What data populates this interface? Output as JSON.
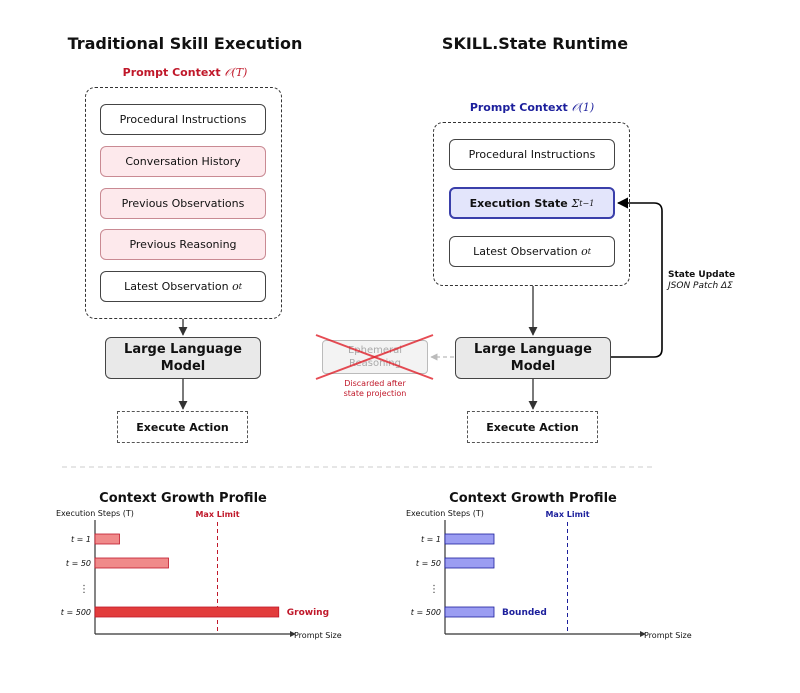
{
  "left": {
    "title": "Traditional Skill Execution",
    "context_label": "Prompt Context",
    "context_math": "𝒪(T)",
    "items": [
      {
        "text": "Procedural Instructions",
        "sub": ""
      },
      {
        "text": "Conversation History",
        "sub": ""
      },
      {
        "text": "Previous Observations",
        "sub": ""
      },
      {
        "text": "Previous Reasoning",
        "sub": ""
      },
      {
        "text": "Latest Observation",
        "sub": "o",
        "subscript": "t"
      }
    ],
    "llm_line1": "Large Language",
    "llm_line2": "Model",
    "action": "Execute Action"
  },
  "right": {
    "title": "SKILL.State Runtime",
    "context_label": "Prompt Context",
    "context_math": "𝒪(1)",
    "items": [
      {
        "text": "Procedural Instructions"
      },
      {
        "text": "Execution State",
        "math": "Σ",
        "subscript": "t−1"
      },
      {
        "text": "Latest Observation",
        "math": "o",
        "subscript": "t"
      }
    ],
    "llm_line1": "Large Language",
    "llm_line2": "Model",
    "action": "Execute Action",
    "state_update_line1": "State Update",
    "state_update_line2": "JSON Patch ΔΣ"
  },
  "ephemeral": {
    "line1": "Ephemeral",
    "line2": "Reasoning",
    "note_line1": "Discarded after",
    "note_line2": "state projection"
  },
  "profiles": [
    {
      "title": "Context Growth Profile",
      "ylabel": "Execution Steps (T)",
      "xlabel": "Prompt Size",
      "limit_label": "Max Limit",
      "end_label": "Growing",
      "color": "#c0182a",
      "fill_light": "#f08a8a",
      "fill_dark": "#e23c3c"
    },
    {
      "title": "Context Growth Profile",
      "ylabel": "Execution Steps (T)",
      "xlabel": "Prompt Size",
      "limit_label": "Max Limit",
      "end_label": "Bounded",
      "color": "#1c1f9c",
      "fill_light": "#9b9df2",
      "fill_dark": "#9b9df2"
    }
  ],
  "chart_data": [
    {
      "type": "bar",
      "title": "Context Growth Profile",
      "ylabel": "Execution Steps (T)",
      "xlabel": "Prompt Size",
      "categories": [
        "t = 1",
        "t = 50",
        "⋮",
        "t = 500"
      ],
      "values": [
        1,
        3,
        null,
        7.5
      ],
      "max_limit": 5,
      "annotation": "Growing"
    },
    {
      "type": "bar",
      "title": "Context Growth Profile",
      "ylabel": "Execution Steps (T)",
      "xlabel": "Prompt Size",
      "categories": [
        "t = 1",
        "t = 50",
        "⋮",
        "t = 500"
      ],
      "values": [
        2,
        2,
        null,
        2
      ],
      "max_limit": 5,
      "annotation": "Bounded"
    }
  ]
}
